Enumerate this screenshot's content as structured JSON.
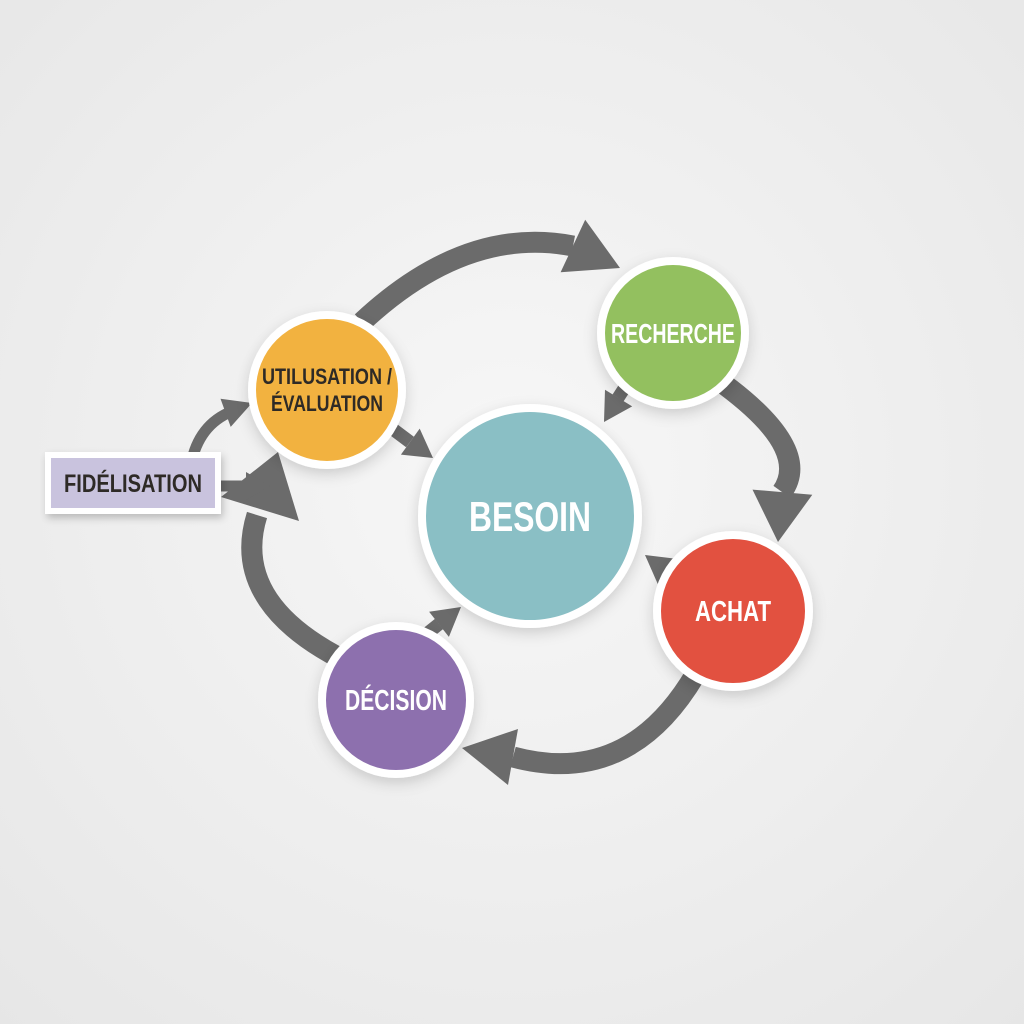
{
  "background": {
    "center_color": "#f7f7f7",
    "edge_color": "#e6e6e6"
  },
  "diagram": {
    "arrow_color": "#6b6b6b",
    "ring_color": "#ffffff",
    "center_node": {
      "label": "BESOIN",
      "color": "#8abfc5",
      "text_color": "#ffffff"
    },
    "nodes": [
      {
        "id": "recherche",
        "label": "RECHERCHE",
        "color": "#93c05f",
        "text_color": "#ffffff"
      },
      {
        "id": "achat",
        "label": "ACHAT",
        "color": "#e25140",
        "text_color": "#ffffff"
      },
      {
        "id": "decision",
        "label": "DÉCISION",
        "color": "#8d6fae",
        "text_color": "#ffffff"
      },
      {
        "id": "utilisation-evaluation",
        "label_line1": "UTILUSATION /",
        "label_line2": "ÉVALUATION",
        "color": "#f2b23f",
        "text_color": "#2e2b28"
      }
    ],
    "side_label": {
      "label": "FIDÉLISATION",
      "color": "#c9c3de",
      "border_color": "#ffffff",
      "text_color": "#2e2b28"
    }
  }
}
